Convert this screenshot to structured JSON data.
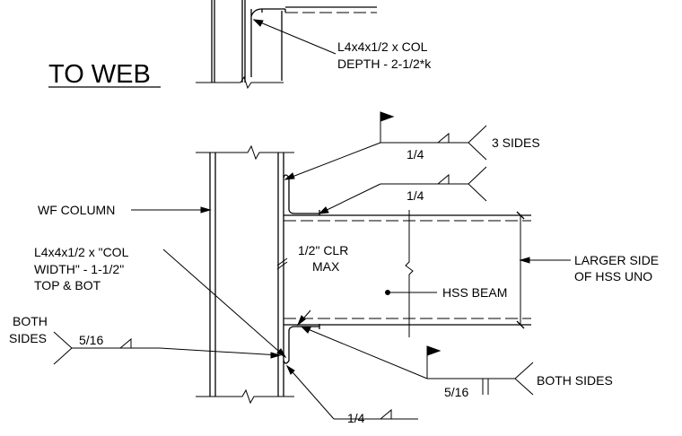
{
  "title": "TO WEB",
  "labels": {
    "top_angle_line1": "L4x4x1/2 x COL",
    "top_angle_line2": "DEPTH - 2-1/2*k",
    "wf_column": "WF COLUMN",
    "angle_line1": "L4x4x1/2 x \"COL",
    "angle_line2": "WIDTH\" - 1-1/2\"",
    "angle_line3": "TOP & BOT",
    "clr_line1": "1/2\" CLR",
    "clr_line2": "MAX",
    "hss_beam": "HSS BEAM",
    "larger_side_line1": "LARGER SIDE",
    "larger_side_line2": "OF HSS UNO",
    "both_sides_left_line1": "BOTH",
    "both_sides_left_line2": "SIDES",
    "both_sides_right": "BOTH SIDES",
    "three_sides": "3 SIDES"
  },
  "welds": {
    "weld_a": "1/4",
    "weld_b": "1/4",
    "weld_left": "5/16",
    "weld_right": "5/16",
    "weld_bottom": "1/4"
  }
}
